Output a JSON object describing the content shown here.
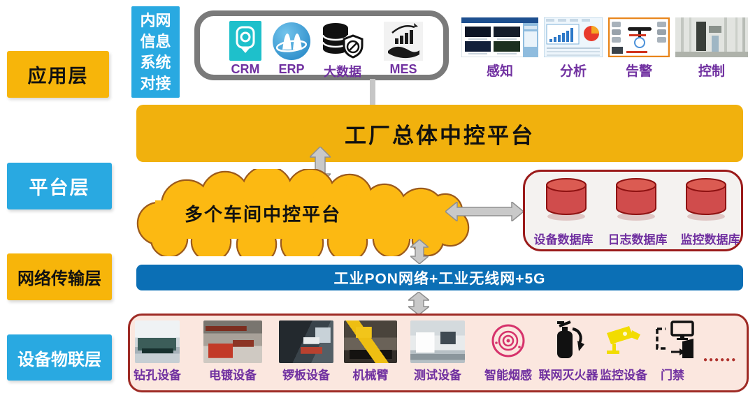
{
  "layers": [
    {
      "label": "应用层"
    },
    {
      "label": "平台层"
    },
    {
      "label": "网络传输层"
    },
    {
      "label": "设备物联层"
    }
  ],
  "intranet": {
    "label": "内网信息系统对接",
    "lines": [
      "内网",
      "信息",
      "系统",
      "对接"
    ]
  },
  "apps": {
    "items": [
      {
        "label": "CRM",
        "icon": "crm-icon"
      },
      {
        "label": "ERP",
        "icon": "erp-icon"
      },
      {
        "label": "大数据",
        "icon": "bigdata-icon"
      },
      {
        "label": "MES",
        "icon": "mes-icon"
      }
    ]
  },
  "functions": {
    "items": [
      {
        "label": "感知",
        "icon": "perception-screenshot"
      },
      {
        "label": "分析",
        "icon": "analysis-screenshot"
      },
      {
        "label": "告警",
        "icon": "alarm-screenshot"
      },
      {
        "label": "控制",
        "icon": "control-screenshot"
      }
    ]
  },
  "central_platform": {
    "label": "工厂总体中控平台"
  },
  "workshop_cloud": {
    "label": "多个车间中控平台"
  },
  "databases": {
    "items": [
      {
        "label": "设备数据库"
      },
      {
        "label": "日志数据库"
      },
      {
        "label": "监控数据库"
      }
    ]
  },
  "network_bar": {
    "label": "工业PON网络+工业无线网+5G"
  },
  "devices": {
    "items": [
      {
        "label": "钻孔设备",
        "kind": "photo"
      },
      {
        "label": "电镀设备",
        "kind": "photo"
      },
      {
        "label": "锣板设备",
        "kind": "photo"
      },
      {
        "label": "机械臂",
        "kind": "photo"
      },
      {
        "label": "测试设备",
        "kind": "photo"
      },
      {
        "label": "智能烟感",
        "kind": "icon"
      },
      {
        "label": "联网灭火器",
        "kind": "icon"
      },
      {
        "label": "监控设备",
        "kind": "icon"
      },
      {
        "label": "门禁",
        "kind": "icon"
      }
    ],
    "ellipsis": "●●●●●●"
  },
  "colors": {
    "yellow": "#F7B50A",
    "blue_label": "#29A9E1",
    "blue_bar": "#0B6FB5",
    "purple_text": "#7030A0",
    "dark_red_border": "#9E2B25",
    "db_red": "#D04C4C",
    "pink_bg": "#FBE7DF",
    "gray_arrow": "#C9C9C9",
    "cloud_yellow": "#FCB912",
    "cloud_outline": "#9C5A1B"
  }
}
